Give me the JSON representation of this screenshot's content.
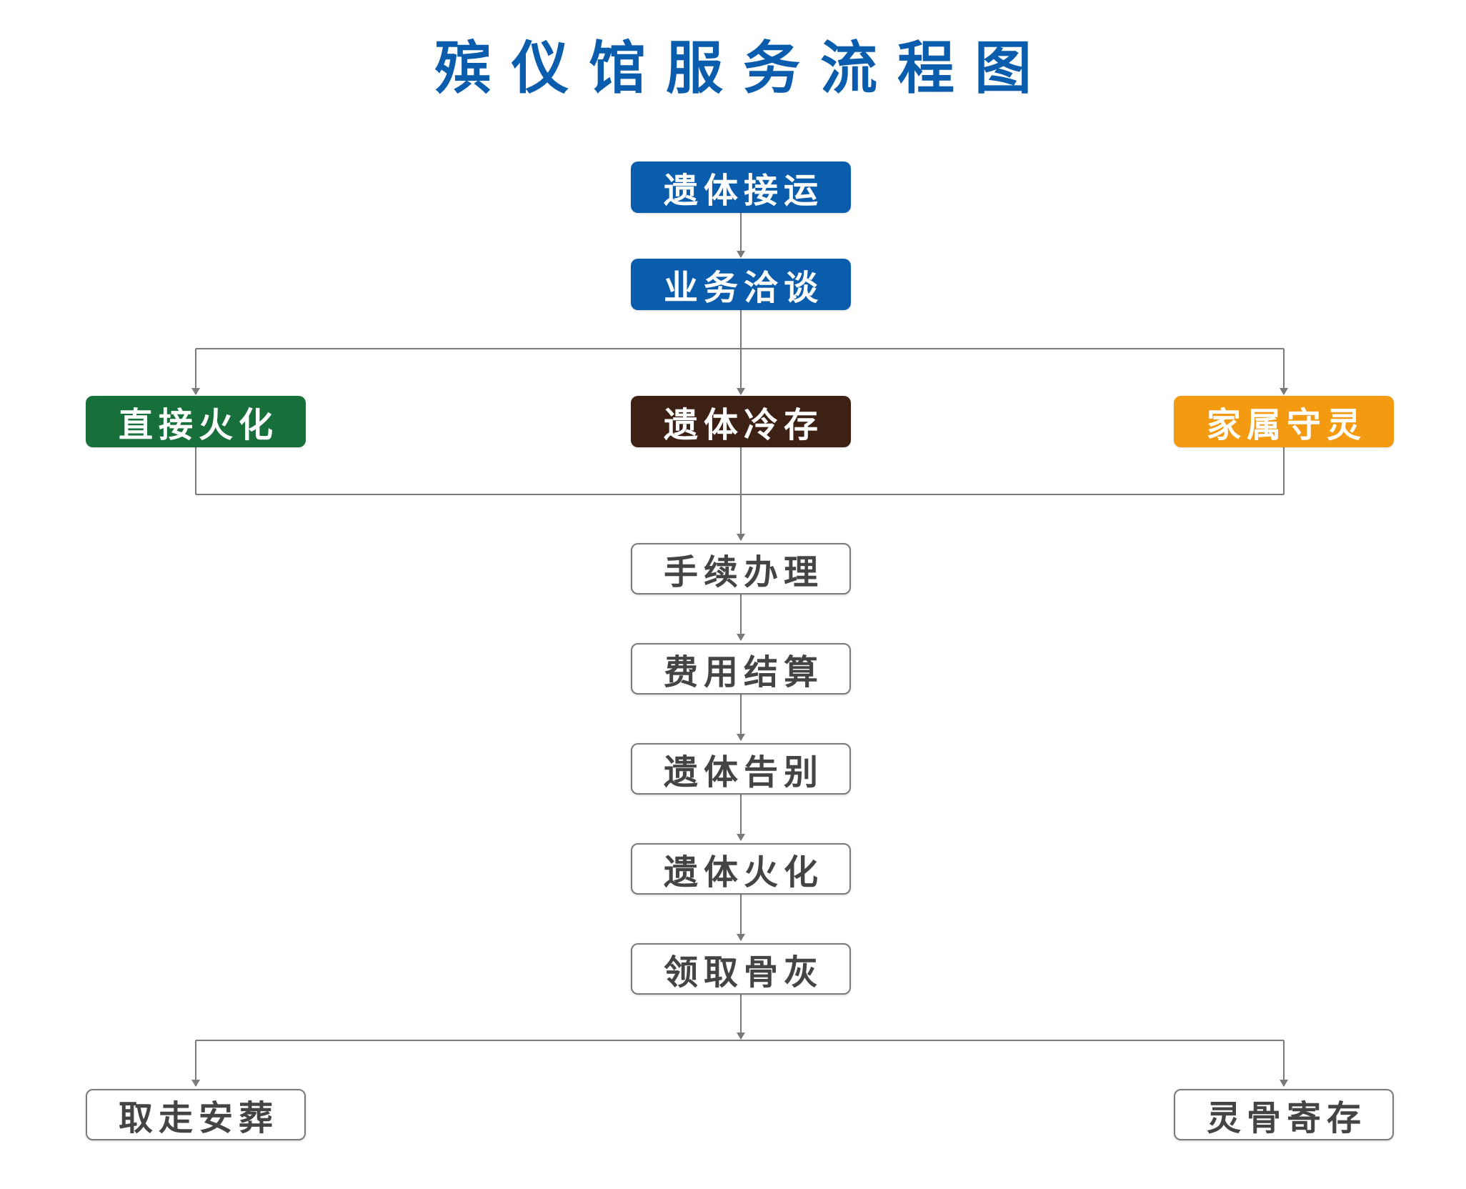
{
  "title": "殡仪馆服务流程图",
  "colors": {
    "title": "#0a5cad",
    "blue": "#0a5cad",
    "green": "#17703a",
    "brown": "#3d2114",
    "orange": "#f39a10",
    "outline_text": "#444444",
    "line": "#7a7a7a"
  },
  "nodes": {
    "transport": {
      "label": "遗体接运",
      "style": "blue"
    },
    "consult": {
      "label": "业务洽谈",
      "style": "blue"
    },
    "direct_cremation": {
      "label": "直接火化",
      "style": "green"
    },
    "cold_storage": {
      "label": "遗体冷存",
      "style": "brown"
    },
    "family_vigil": {
      "label": "家属守灵",
      "style": "orange"
    },
    "procedures": {
      "label": "手续办理",
      "style": "outline"
    },
    "settlement": {
      "label": "费用结算",
      "style": "outline"
    },
    "farewell": {
      "label": "遗体告别",
      "style": "outline"
    },
    "cremation": {
      "label": "遗体火化",
      "style": "outline"
    },
    "collect_ashes": {
      "label": "领取骨灰",
      "style": "outline"
    },
    "take_bury": {
      "label": "取走安葬",
      "style": "outline"
    },
    "ash_storage": {
      "label": "灵骨寄存",
      "style": "outline"
    }
  }
}
